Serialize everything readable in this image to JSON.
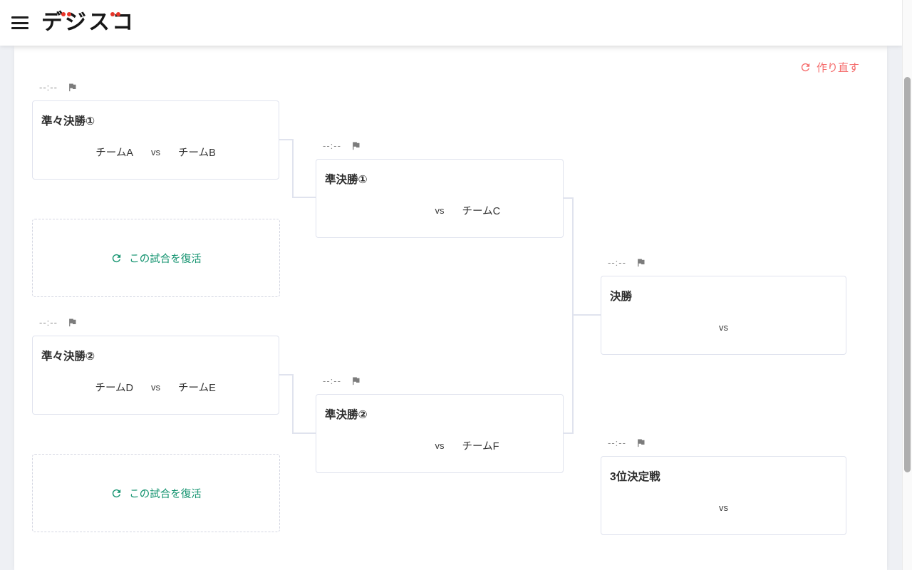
{
  "header": {
    "logo_text": "デジスコ"
  },
  "toolbar": {
    "rebuild_label": "作り直す"
  },
  "bracket": {
    "time_placeholder": "--:--",
    "vs_label": "vs",
    "revive_label": "この試合を復活",
    "matches": [
      {
        "title": "準々決勝①",
        "team1": "チームA",
        "team2": "チームB"
      },
      {
        "title": "準々決勝②",
        "team1": "チームD",
        "team2": "チームE"
      },
      {
        "title": "準決勝①",
        "team1": "",
        "team2": "チームC"
      },
      {
        "title": "準決勝②",
        "team1": "",
        "team2": "チームF"
      },
      {
        "title": "決勝",
        "team1": "",
        "team2": ""
      },
      {
        "title": "3位決定戦",
        "team1": "",
        "team2": ""
      }
    ]
  },
  "colors": {
    "accent_red": "#f56c6c",
    "accent_green": "#13936f",
    "logo_dot_red": "#e73529",
    "line": "#e0e3ee"
  }
}
